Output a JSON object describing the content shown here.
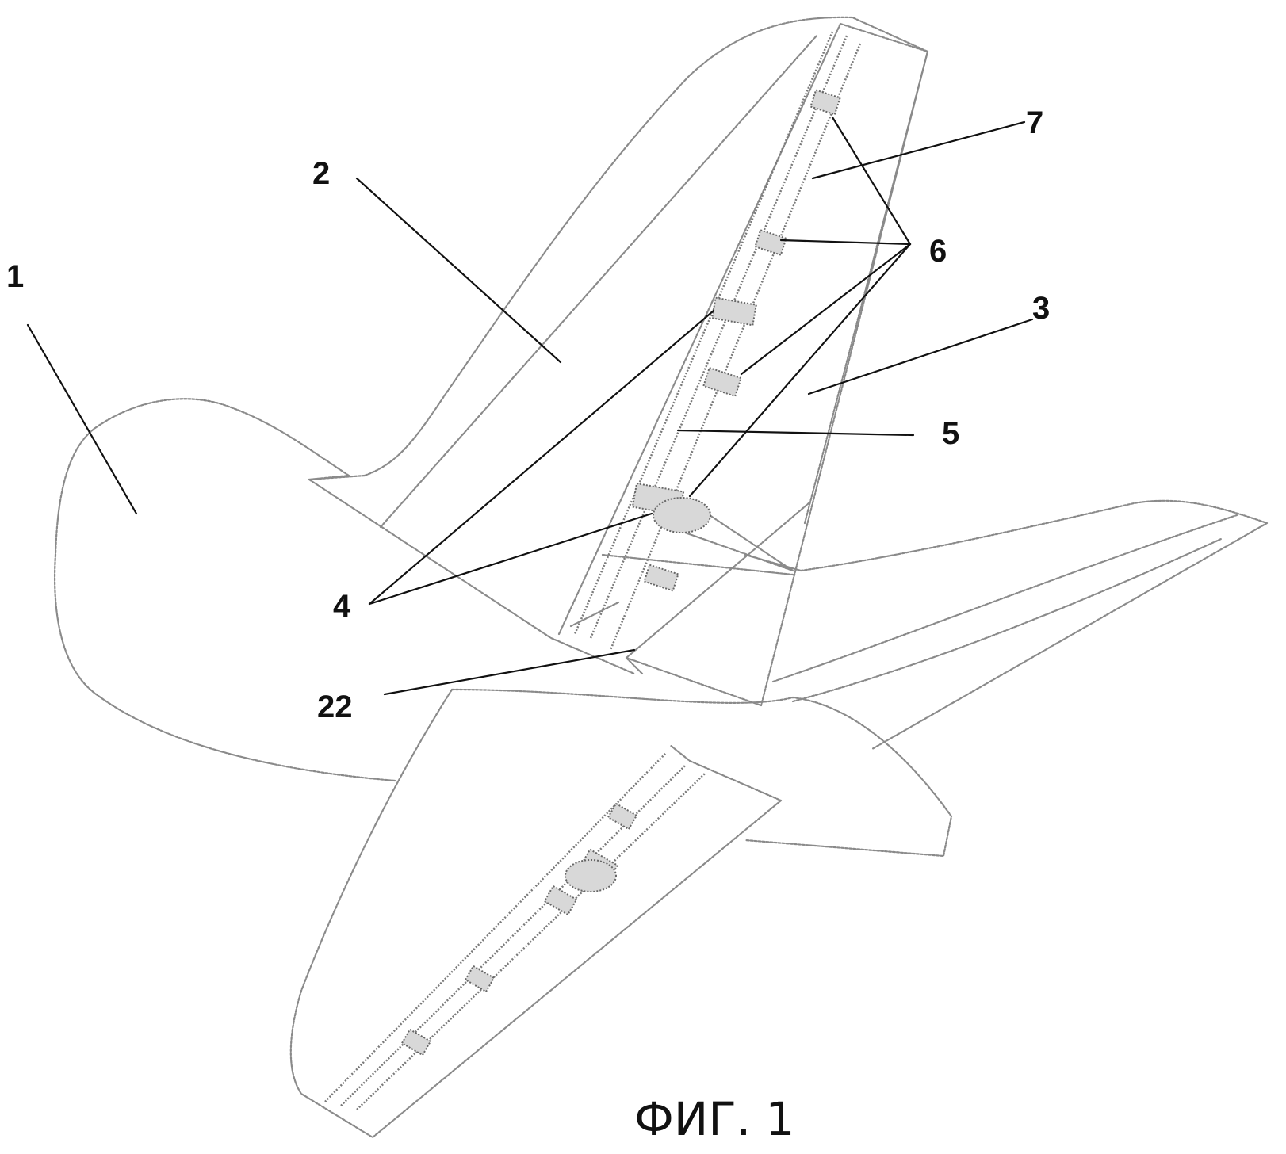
{
  "figure": {
    "caption": "ФИГ. 1",
    "labels": {
      "fuselage": "1",
      "fin": "2",
      "rudder": "3",
      "hinge_fittings": "4",
      "rudder_spar": "5",
      "hinge_brackets": "6",
      "hinge_axis": "7",
      "drive_rod": "22"
    }
  }
}
